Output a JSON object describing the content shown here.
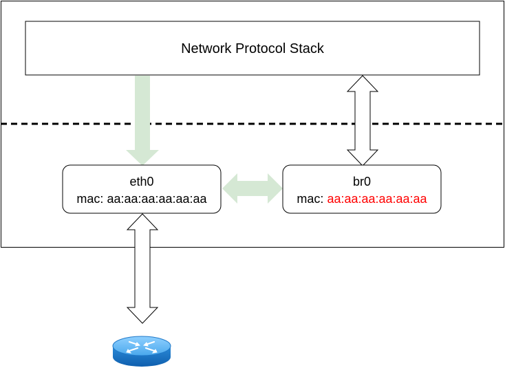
{
  "stack": {
    "title": "Network Protocol Stack"
  },
  "eth0": {
    "name": "eth0",
    "mac_prefix": "mac: ",
    "mac_value": "aa:aa:aa:aa:aa:aa"
  },
  "br0": {
    "name": "br0",
    "mac_prefix": "mac: ",
    "mac_value": "aa:aa:aa:aa:aa:aa"
  },
  "colors": {
    "highlight_mac": "#ff0000",
    "green_arrow": "#d5e8d4",
    "router_blue": "#2e8fe0"
  },
  "icons": {
    "external_device": "router-icon"
  }
}
